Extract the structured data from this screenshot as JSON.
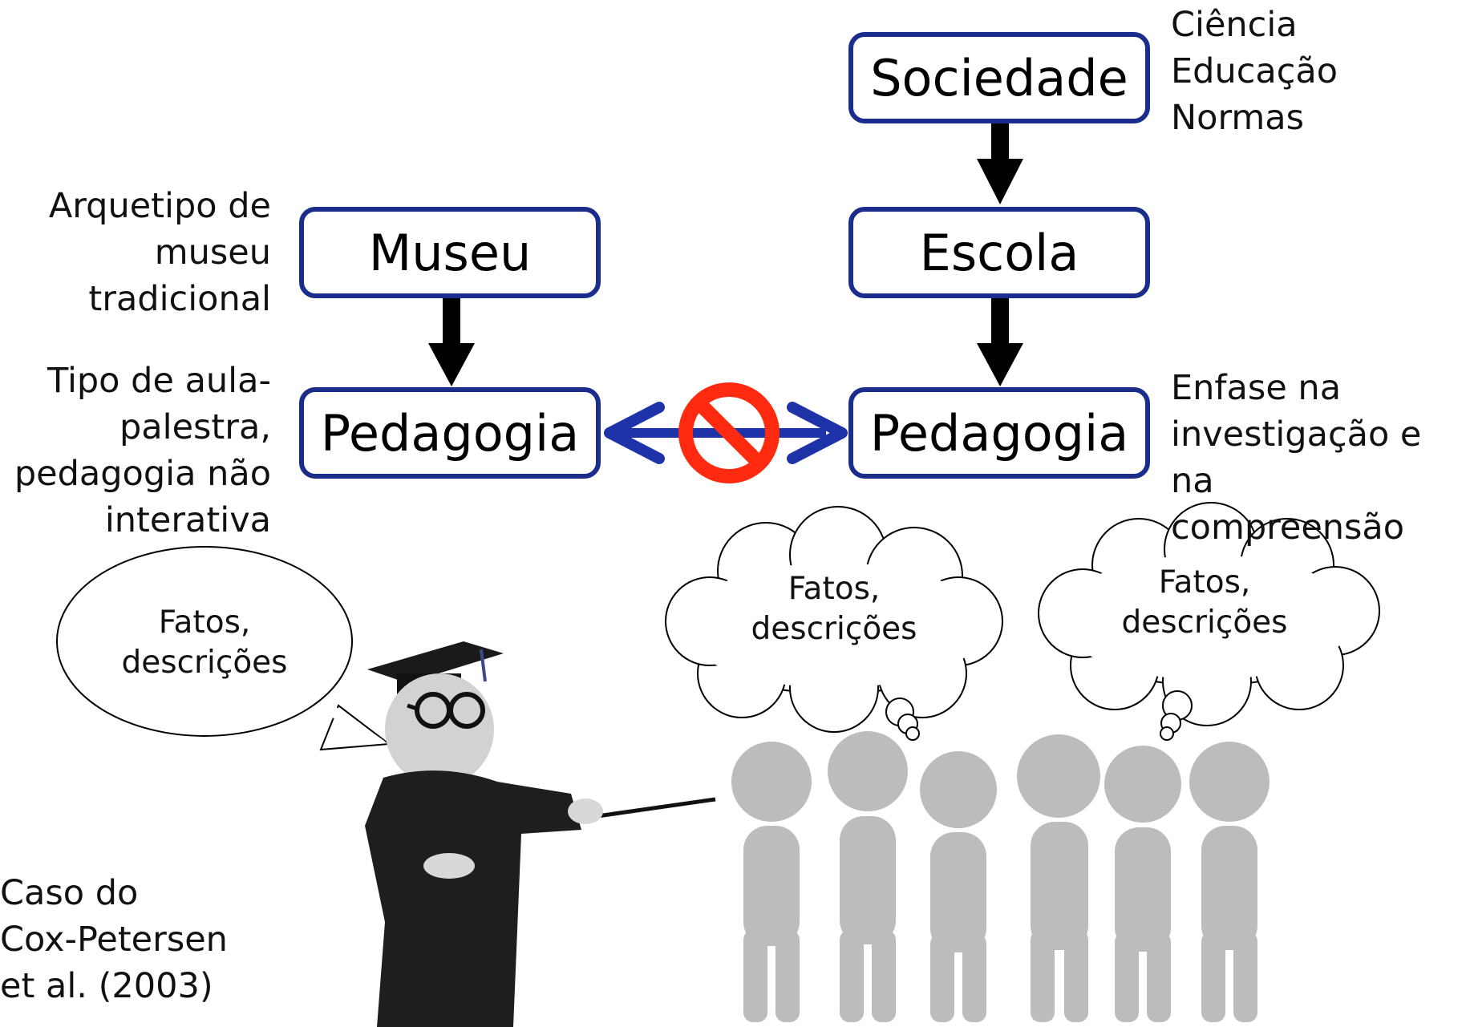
{
  "boxes": {
    "sociedade": "Sociedade",
    "escola": "Escola",
    "museu": "Museu",
    "pedagogia_left": "Pedagogia",
    "pedagogia_right": "Pedagogia"
  },
  "notes": {
    "sociedade": [
      "Ciência",
      "Educação",
      "Normas"
    ],
    "museu": [
      "Arquetipo de",
      "museu",
      "tradicional"
    ],
    "pedagogia_left": [
      "Tipo de aula-",
      "palestra,",
      "pedagogia não",
      "interativa"
    ],
    "pedagogia_right": [
      "Enfase na",
      "investigação e na",
      "compreensão"
    ],
    "case": [
      "Caso do",
      "Cox-Petersen",
      "et al. (2003)"
    ]
  },
  "bubbles": {
    "speech": [
      "Fatos,",
      "descrições"
    ],
    "thought_left": [
      "Fatos,",
      "descrições"
    ],
    "thought_right": [
      "Fatos,",
      "descrições"
    ]
  },
  "colors": {
    "box_border": "#1a2d8c",
    "double_arrow": "#1f33a8",
    "prohibition": "#ff2a10",
    "flow_arrow": "#000000"
  },
  "icons": {
    "prohibition": "no-sign-icon",
    "teacher": "graduate-teacher-figure",
    "audience": "group-of-figures"
  }
}
